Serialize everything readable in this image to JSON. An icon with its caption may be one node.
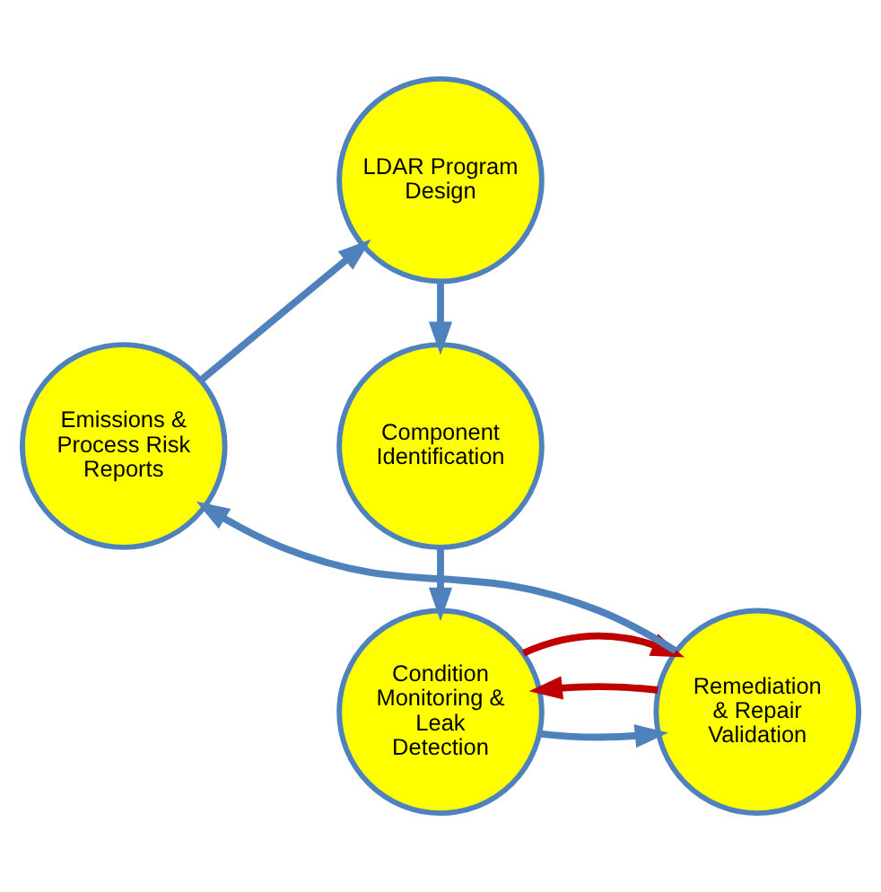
{
  "diagram": {
    "nodes": [
      {
        "text": [
          "LDAR Program Design"
        ]
      },
      {
        "text": [
          "Component Identification"
        ]
      },
      {
        "text": [
          "Condition Monitoring & Leak Detection"
        ]
      },
      {
        "text": [
          "Remediation & Repair Validation"
        ]
      },
      {
        "text": [
          "Emissions & Process Risk Reports"
        ]
      }
    ],
    "edges": [
      {
        "from": 0,
        "to": 1,
        "arrow": "to"
      },
      {
        "from": 1,
        "to": 2,
        "arrow": "to"
      },
      {
        "from": 2,
        "to": 3,
        "arrow": "to"
      },
      {
        "from": 3,
        "to": 4,
        "arrow": "to"
      },
      {
        "from": 4,
        "to": 0,
        "arrow": "to"
      },
      {
        "from": 3,
        "to": 2,
        "arrow": "to",
        "color": "#c00000"
      },
      {
        "from": 2,
        "to": 3,
        "arrow": "to",
        "color": "#c00000"
      }
    ]
  }
}
